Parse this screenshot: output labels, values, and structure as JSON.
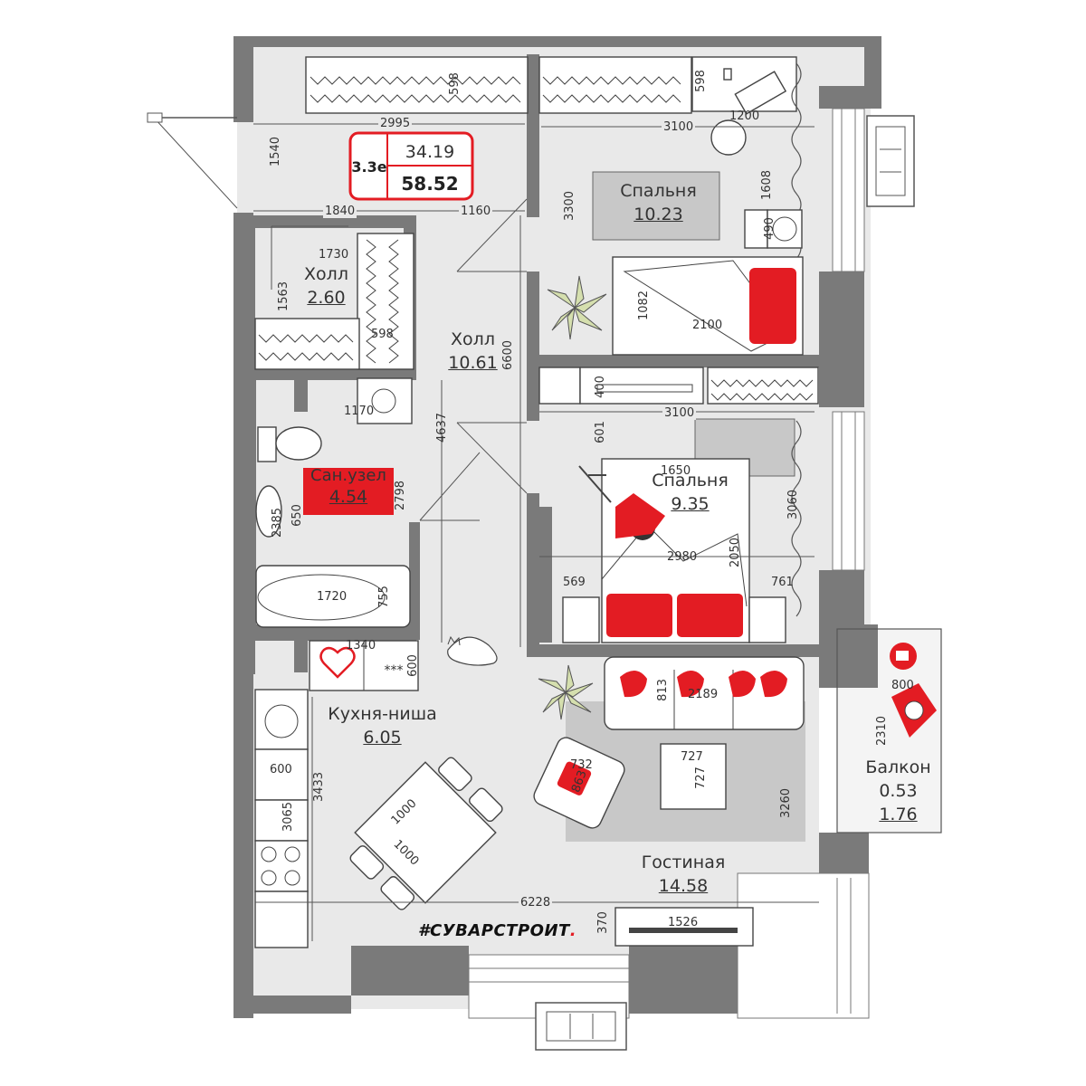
{
  "summary": {
    "type_code": "3.3е",
    "living_area": "34.19",
    "total_area": "58.52"
  },
  "brand": "#СУВАРСТРОИТ",
  "brand_dot": ".",
  "colors": {
    "accent": "#e31c23",
    "wall": "#7a7a7a",
    "floor": "#e9e9e9"
  },
  "rooms": [
    {
      "id": "bedroom-1",
      "name": "Спальня",
      "area": "10.23"
    },
    {
      "id": "hall-small",
      "name": "Холл",
      "area": "2.60"
    },
    {
      "id": "hall-main",
      "name": "Холл",
      "area": "10.61"
    },
    {
      "id": "bathroom",
      "name": "Сан.узел",
      "area": "4.54"
    },
    {
      "id": "bedroom-2",
      "name": "Спальня",
      "area": "9.35"
    },
    {
      "id": "kitchen",
      "name": "Кухня-ниша",
      "area": "6.05"
    },
    {
      "id": "living",
      "name": "Гостиная",
      "area": "14.58"
    },
    {
      "id": "balcony",
      "name": "Балкон",
      "area": "0.53",
      "area2": "1.76"
    }
  ],
  "dimensions": [
    "2995",
    "1540",
    "1840",
    "1160",
    "1730",
    "1563",
    "598",
    "598",
    "3100",
    "1200",
    "598",
    "3300",
    "1608",
    "490",
    "1082",
    "2100",
    "6600",
    "4637",
    "1170",
    "3100",
    "601",
    "400",
    "2798",
    "1650",
    "3060",
    "2385",
    "650",
    "2980",
    "2050",
    "569",
    "761",
    "1720",
    "755",
    "1340",
    "600",
    "813",
    "2189",
    "800",
    "2310",
    "732",
    "863",
    "727",
    "727",
    "3260",
    "600",
    "3433",
    "3065",
    "1000",
    "1000",
    "6228",
    "1526",
    "370"
  ],
  "icons": [
    "heart-icon",
    "cup-icon",
    "person-icon",
    "cat-icon",
    "plant-icon",
    "stove-icon",
    "washer-icon"
  ]
}
